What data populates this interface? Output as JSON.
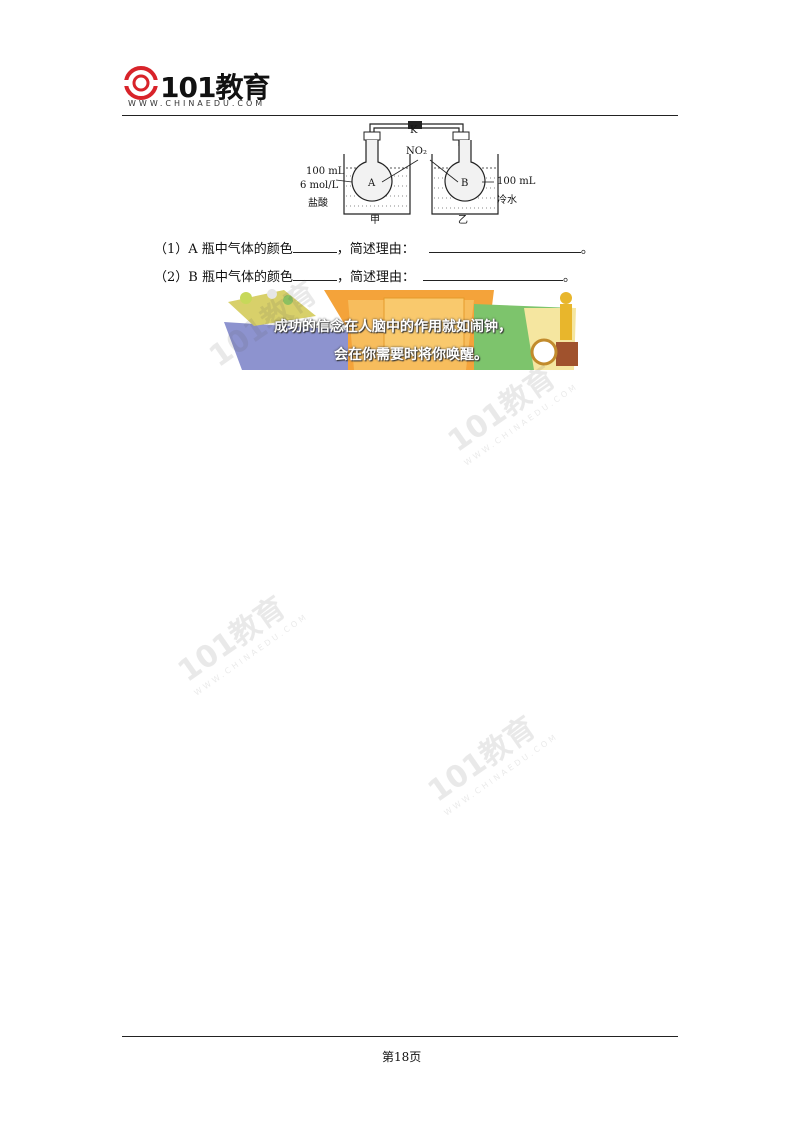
{
  "header": {
    "logo_text": "101教育",
    "logo_url": "WWW.CHINAEDU.COM"
  },
  "diagram": {
    "valve_label": "K",
    "gas_label": "NO₂",
    "left": {
      "volume": "100 mL",
      "concentration": "6 mol/L",
      "solution": "盐酸",
      "flask": "A",
      "caption": "甲"
    },
    "right": {
      "volume": "100 mL",
      "solution": "冷水",
      "flask": "B",
      "caption": "乙"
    }
  },
  "questions": [
    {
      "prefix": "（1）A 瓶中气体的颜色",
      "middle": "，简述理由：",
      "end": "。"
    },
    {
      "prefix": "（2）B 瓶中气体的颜色",
      "middle": "，简述理由：",
      "end": "。"
    }
  ],
  "banner": {
    "line1": "成功的信念在人脑中的作用就如闹钟，",
    "line2": "会在你需要时将你唤醒。"
  },
  "watermark": {
    "text": "101教育",
    "url": "WWW.CHINAEDU.COM"
  },
  "footer": {
    "page_label": "第18页"
  }
}
